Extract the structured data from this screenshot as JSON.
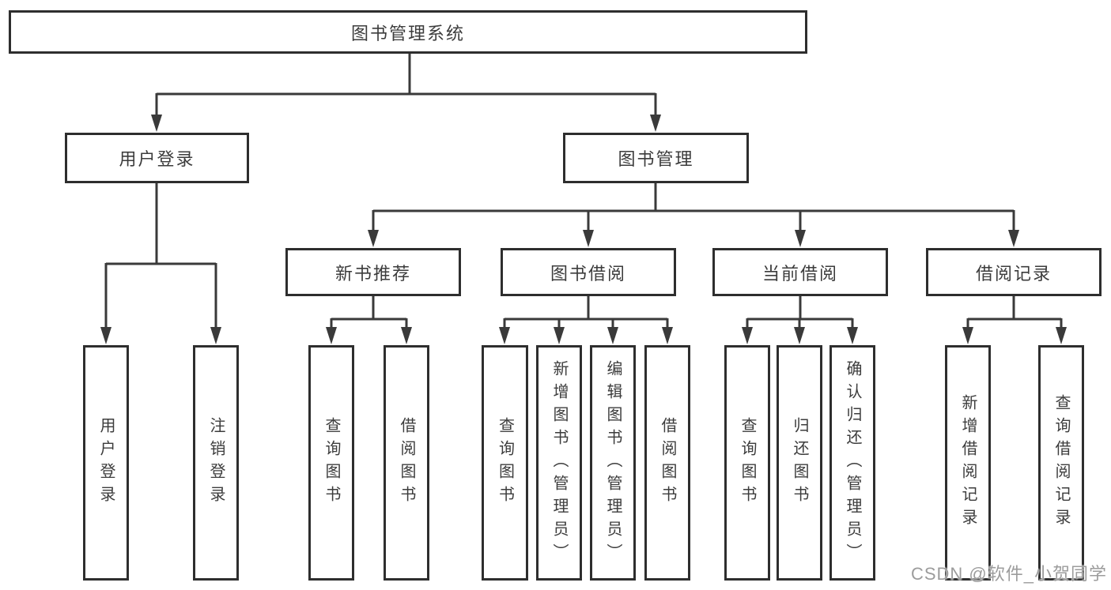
{
  "colors": {
    "background": "#ffffff",
    "line": "#3a3a3a",
    "box_border": "#2e2e2e",
    "text": "#3c3c3c",
    "watermark": "#9c9c9c"
  },
  "diagram": {
    "type": "hierarchy-tree",
    "root": {
      "label": "图书管理系统"
    },
    "level2": [
      {
        "id": "user-login",
        "label": "用户登录",
        "parent": "图书管理系统"
      },
      {
        "id": "book-management",
        "label": "图书管理",
        "parent": "图书管理系统"
      }
    ],
    "level3": [
      {
        "id": "new-book-recommend",
        "label": "新书推荐",
        "parent": "图书管理"
      },
      {
        "id": "book-borrow",
        "label": "图书借阅",
        "parent": "图书管理"
      },
      {
        "id": "current-borrow",
        "label": "当前借阅",
        "parent": "图书管理"
      },
      {
        "id": "borrow-records",
        "label": "借阅记录",
        "parent": "图书管理"
      }
    ],
    "leaves": [
      {
        "label": "用户登录",
        "parent": "用户登录"
      },
      {
        "label": "注销登录",
        "parent": "用户登录"
      },
      {
        "label": "查询图书",
        "parent": "新书推荐"
      },
      {
        "label": "借阅图书",
        "parent": "新书推荐"
      },
      {
        "label": "查询图书",
        "parent": "图书借阅"
      },
      {
        "label": "新增图书（管理员）",
        "parent": "图书借阅"
      },
      {
        "label": "编辑图书（管理员）",
        "parent": "图书借阅"
      },
      {
        "label": "借阅图书",
        "parent": "图书借阅"
      },
      {
        "label": "查询图书",
        "parent": "当前借阅"
      },
      {
        "label": "归还图书",
        "parent": "当前借阅"
      },
      {
        "label": "确认归还（管理员）",
        "parent": "当前借阅"
      },
      {
        "label": "新增借阅记录",
        "parent": "借阅记录"
      },
      {
        "label": "查询借阅记录",
        "parent": "借阅记录"
      }
    ],
    "watermark": "CSDN @软件_小贺同学"
  }
}
